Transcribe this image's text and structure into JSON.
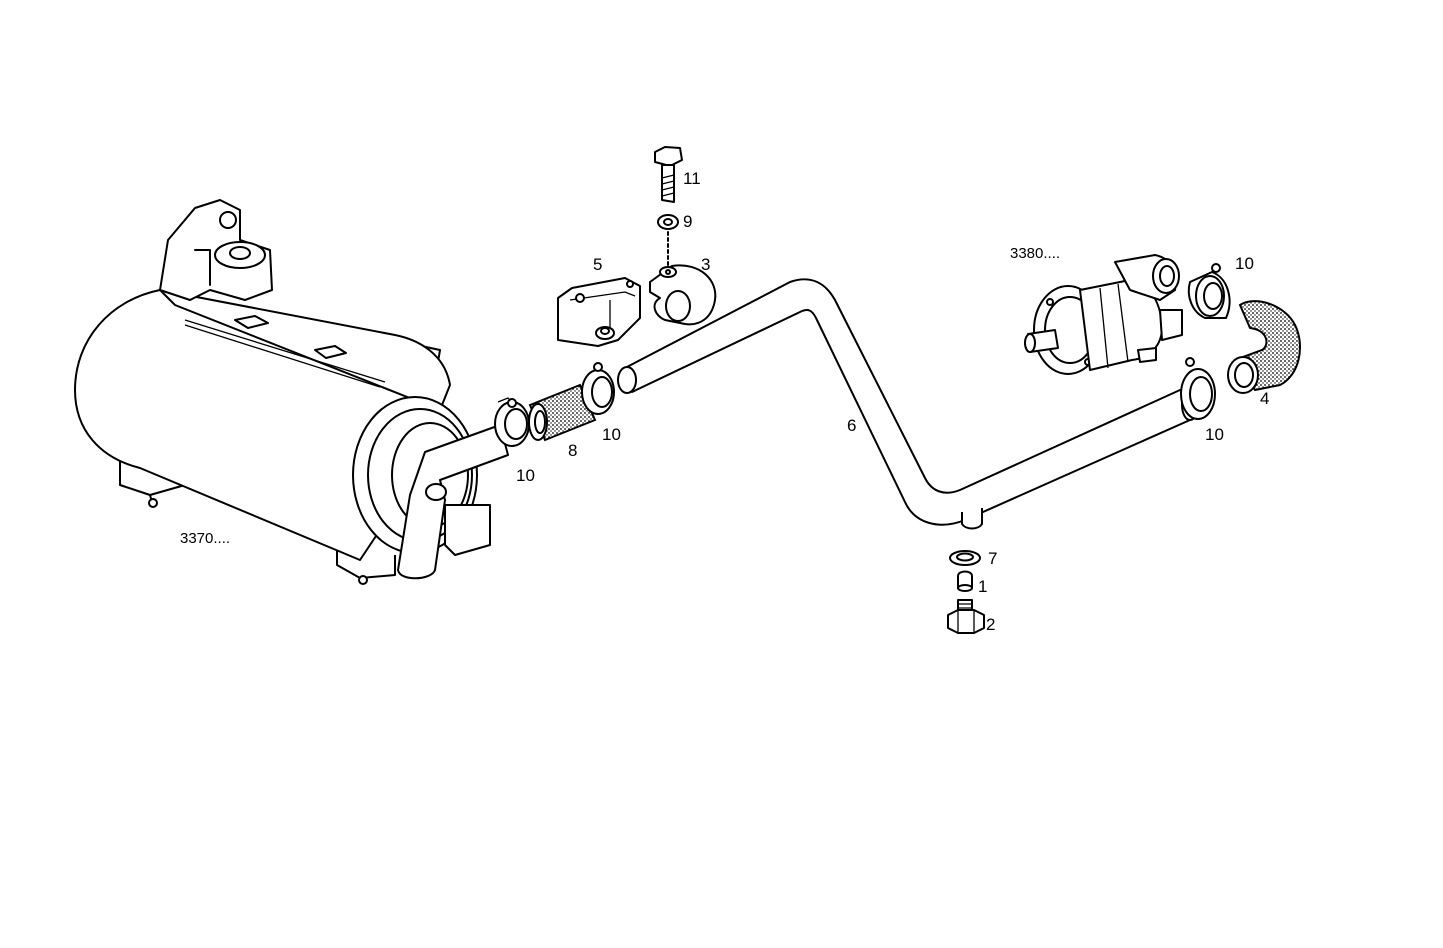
{
  "colors": {
    "line": "#000000",
    "background": "#ffffff"
  },
  "callouts": {
    "p1": "1",
    "p2": "2",
    "p3": "3",
    "p4": "4",
    "p5": "5",
    "p6": "6",
    "p7": "7",
    "p8": "8",
    "p9": "9",
    "p11": "11",
    "p10a": "10",
    "p10b": "10",
    "p10c": "10",
    "p10d": "10"
  },
  "references": {
    "ref3370": "3370....",
    "ref3380": "3380...."
  }
}
